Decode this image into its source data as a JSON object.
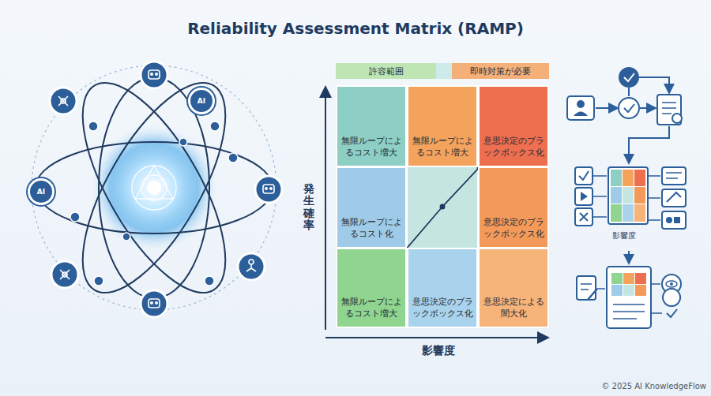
{
  "diagram": {
    "title": "Reliability Assessment Matrix (RAMP)",
    "nodes": [
      {
        "text": [
          "AI"
        ]
      },
      {
        "text": [
          "AI"
        ]
      },
      {
        "text": [
          "無限ループによるコスト増大"
        ]
      },
      {
        "text": [
          "無限ループによるコスト増大"
        ]
      },
      {
        "text": [
          "意思決定のブラックボックス化"
        ]
      },
      {
        "text": [
          "無限ループによるコスト化"
        ]
      },
      {
        "text": [
          "意思決定のブラックボックス化"
        ]
      },
      {
        "text": [
          "無限ループによるコスト増大"
        ]
      },
      {
        "text": [
          "意思決定のブラックボックス化"
        ]
      },
      {
        "text": [
          "意思決定による闇大化"
        ]
      }
    ],
    "labels": [
      "発生確率",
      "影響度",
      "影響度",
      "© 2025 AI KnowledgeFlow"
    ],
    "legend": [
      {
        "text": "許容範囲",
        "color": "#bfe5b5"
      },
      {
        "text": "即時対策が必要",
        "color": "#f5b07a"
      }
    ]
  }
}
